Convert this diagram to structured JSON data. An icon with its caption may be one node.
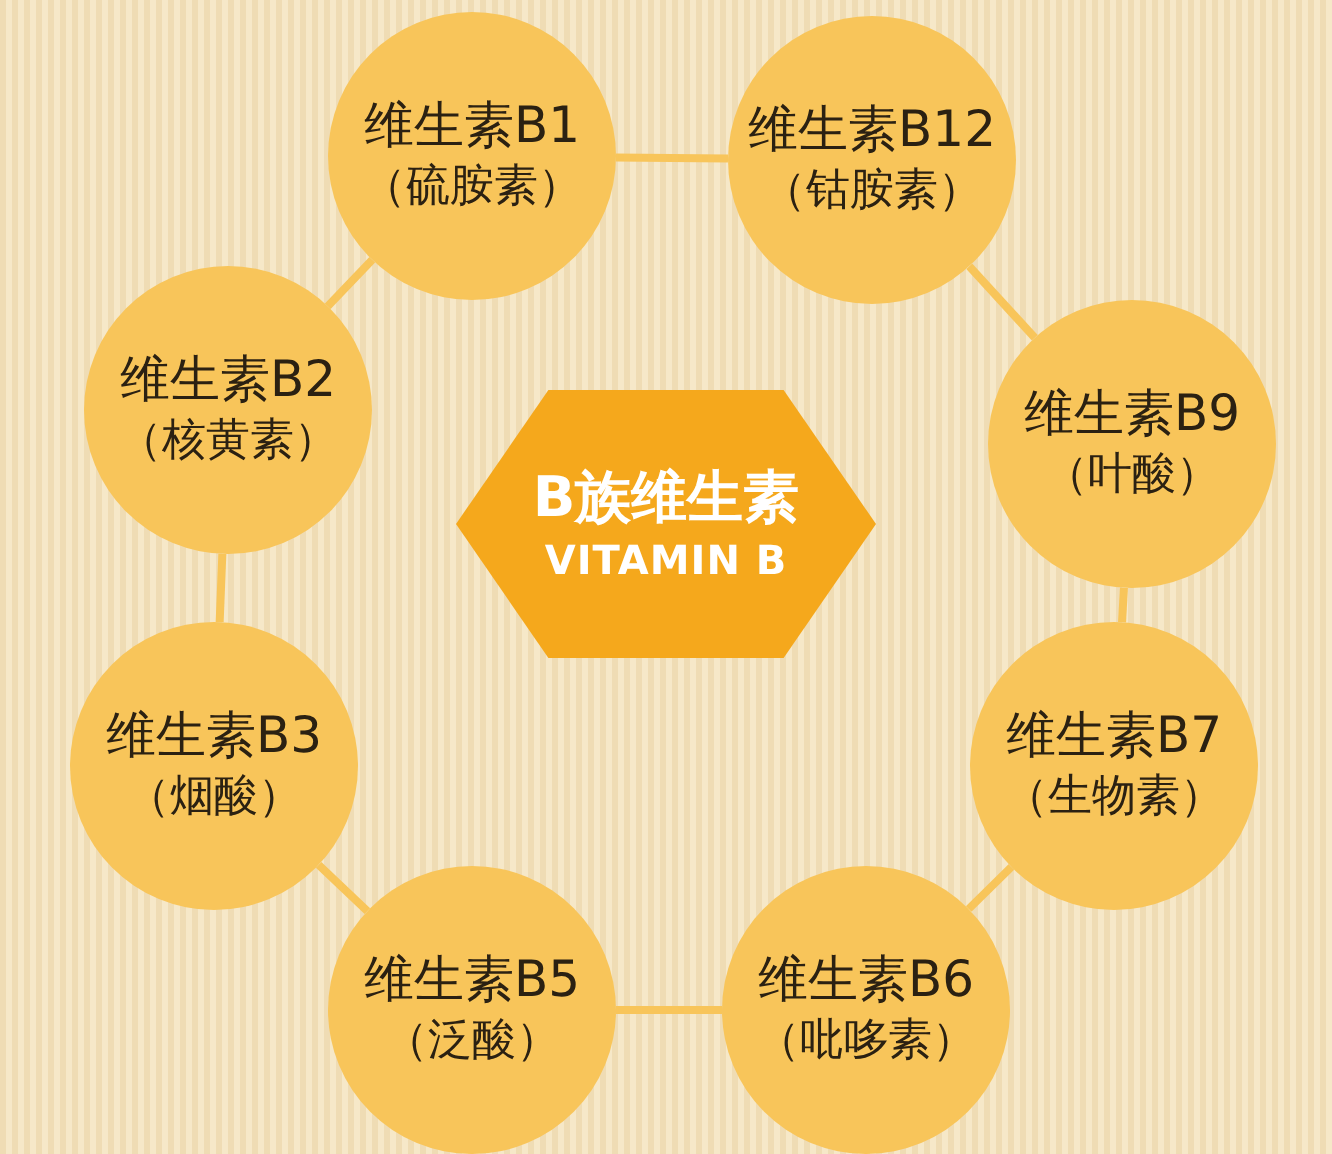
{
  "diagram": {
    "nodes": [
      {
        "text": [
          "维生素B1",
          "（硫胺素）"
        ]
      },
      {
        "text": [
          "维生素B12",
          "（钴胺素）"
        ]
      },
      {
        "text": [
          "维生素B2",
          "（核黄素）"
        ]
      },
      {
        "text": [
          "维生素B9",
          "（叶酸）"
        ]
      },
      {
        "text": [
          "B族维生素",
          "VITAMIN B"
        ]
      },
      {
        "text": [
          "维生素B3",
          "（烟酸）"
        ]
      },
      {
        "text": [
          "维生素B7",
          "（生物素）"
        ]
      },
      {
        "text": [
          "维生素B5",
          "（泛酸）"
        ]
      },
      {
        "text": [
          "维生素B6",
          "（吡哆素）"
        ]
      }
    ],
    "edges": [
      {
        "from": 0,
        "to": 1,
        "arrow": "none"
      },
      {
        "from": 1,
        "to": 3,
        "arrow": "none"
      },
      {
        "from": 3,
        "to": 6,
        "arrow": "none"
      },
      {
        "from": 6,
        "to": 8,
        "arrow": "none"
      },
      {
        "from": 8,
        "to": 7,
        "arrow": "none"
      },
      {
        "from": 7,
        "to": 5,
        "arrow": "none"
      },
      {
        "from": 5,
        "to": 2,
        "arrow": "none"
      },
      {
        "from": 2,
        "to": 0,
        "arrow": "none"
      }
    ]
  }
}
